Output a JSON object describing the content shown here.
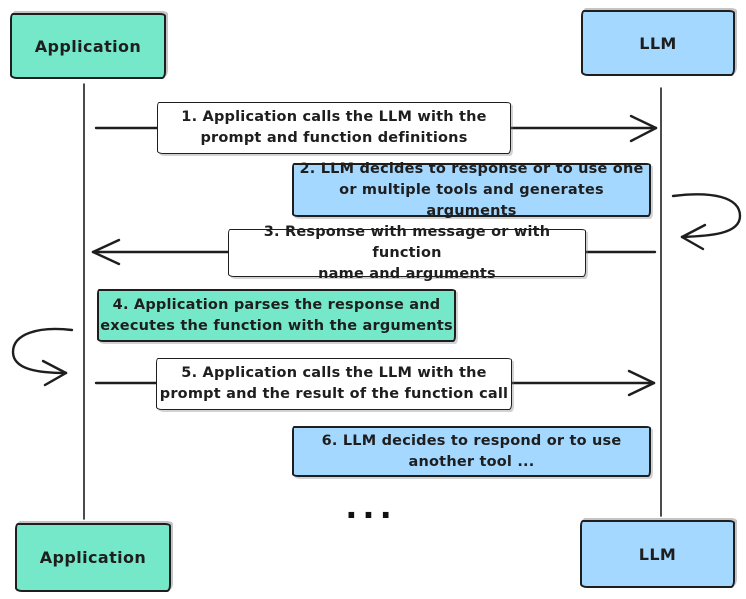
{
  "colors": {
    "stroke": "#1e1e1e",
    "green": "#74e8c8",
    "blue": "#a5d8ff",
    "white": "#ffffff"
  },
  "actors": {
    "top_left": "Application",
    "top_right": "LLM",
    "bottom_left": "Application",
    "bottom_right": "LLM"
  },
  "messages": [
    {
      "line1": "1. Application calls the LLM with the",
      "line2": "prompt and function definitions",
      "fill": "white",
      "arrow": "application-to-llm"
    },
    {
      "line1": "2. LLM decides to response or to use one",
      "line2": "or multiple tools and generates arguments",
      "fill": "blue",
      "arrow": "llm-self-loop"
    },
    {
      "line1": "3. Response with message or with function",
      "line2": "name and arguments",
      "fill": "white",
      "arrow": "llm-to-application"
    },
    {
      "line1": "4. Application parses the response and",
      "line2": "executes the function with the arguments",
      "fill": "green",
      "arrow": "application-self-loop"
    },
    {
      "line1": "5. Application calls the LLM with the",
      "line2": "prompt and the result of the function call",
      "fill": "white",
      "arrow": "application-to-llm"
    },
    {
      "line1": "6. LLM decides to respond or to use",
      "line2": "another tool ...",
      "fill": "blue",
      "arrow": "none"
    }
  ],
  "ellipsis": "..."
}
